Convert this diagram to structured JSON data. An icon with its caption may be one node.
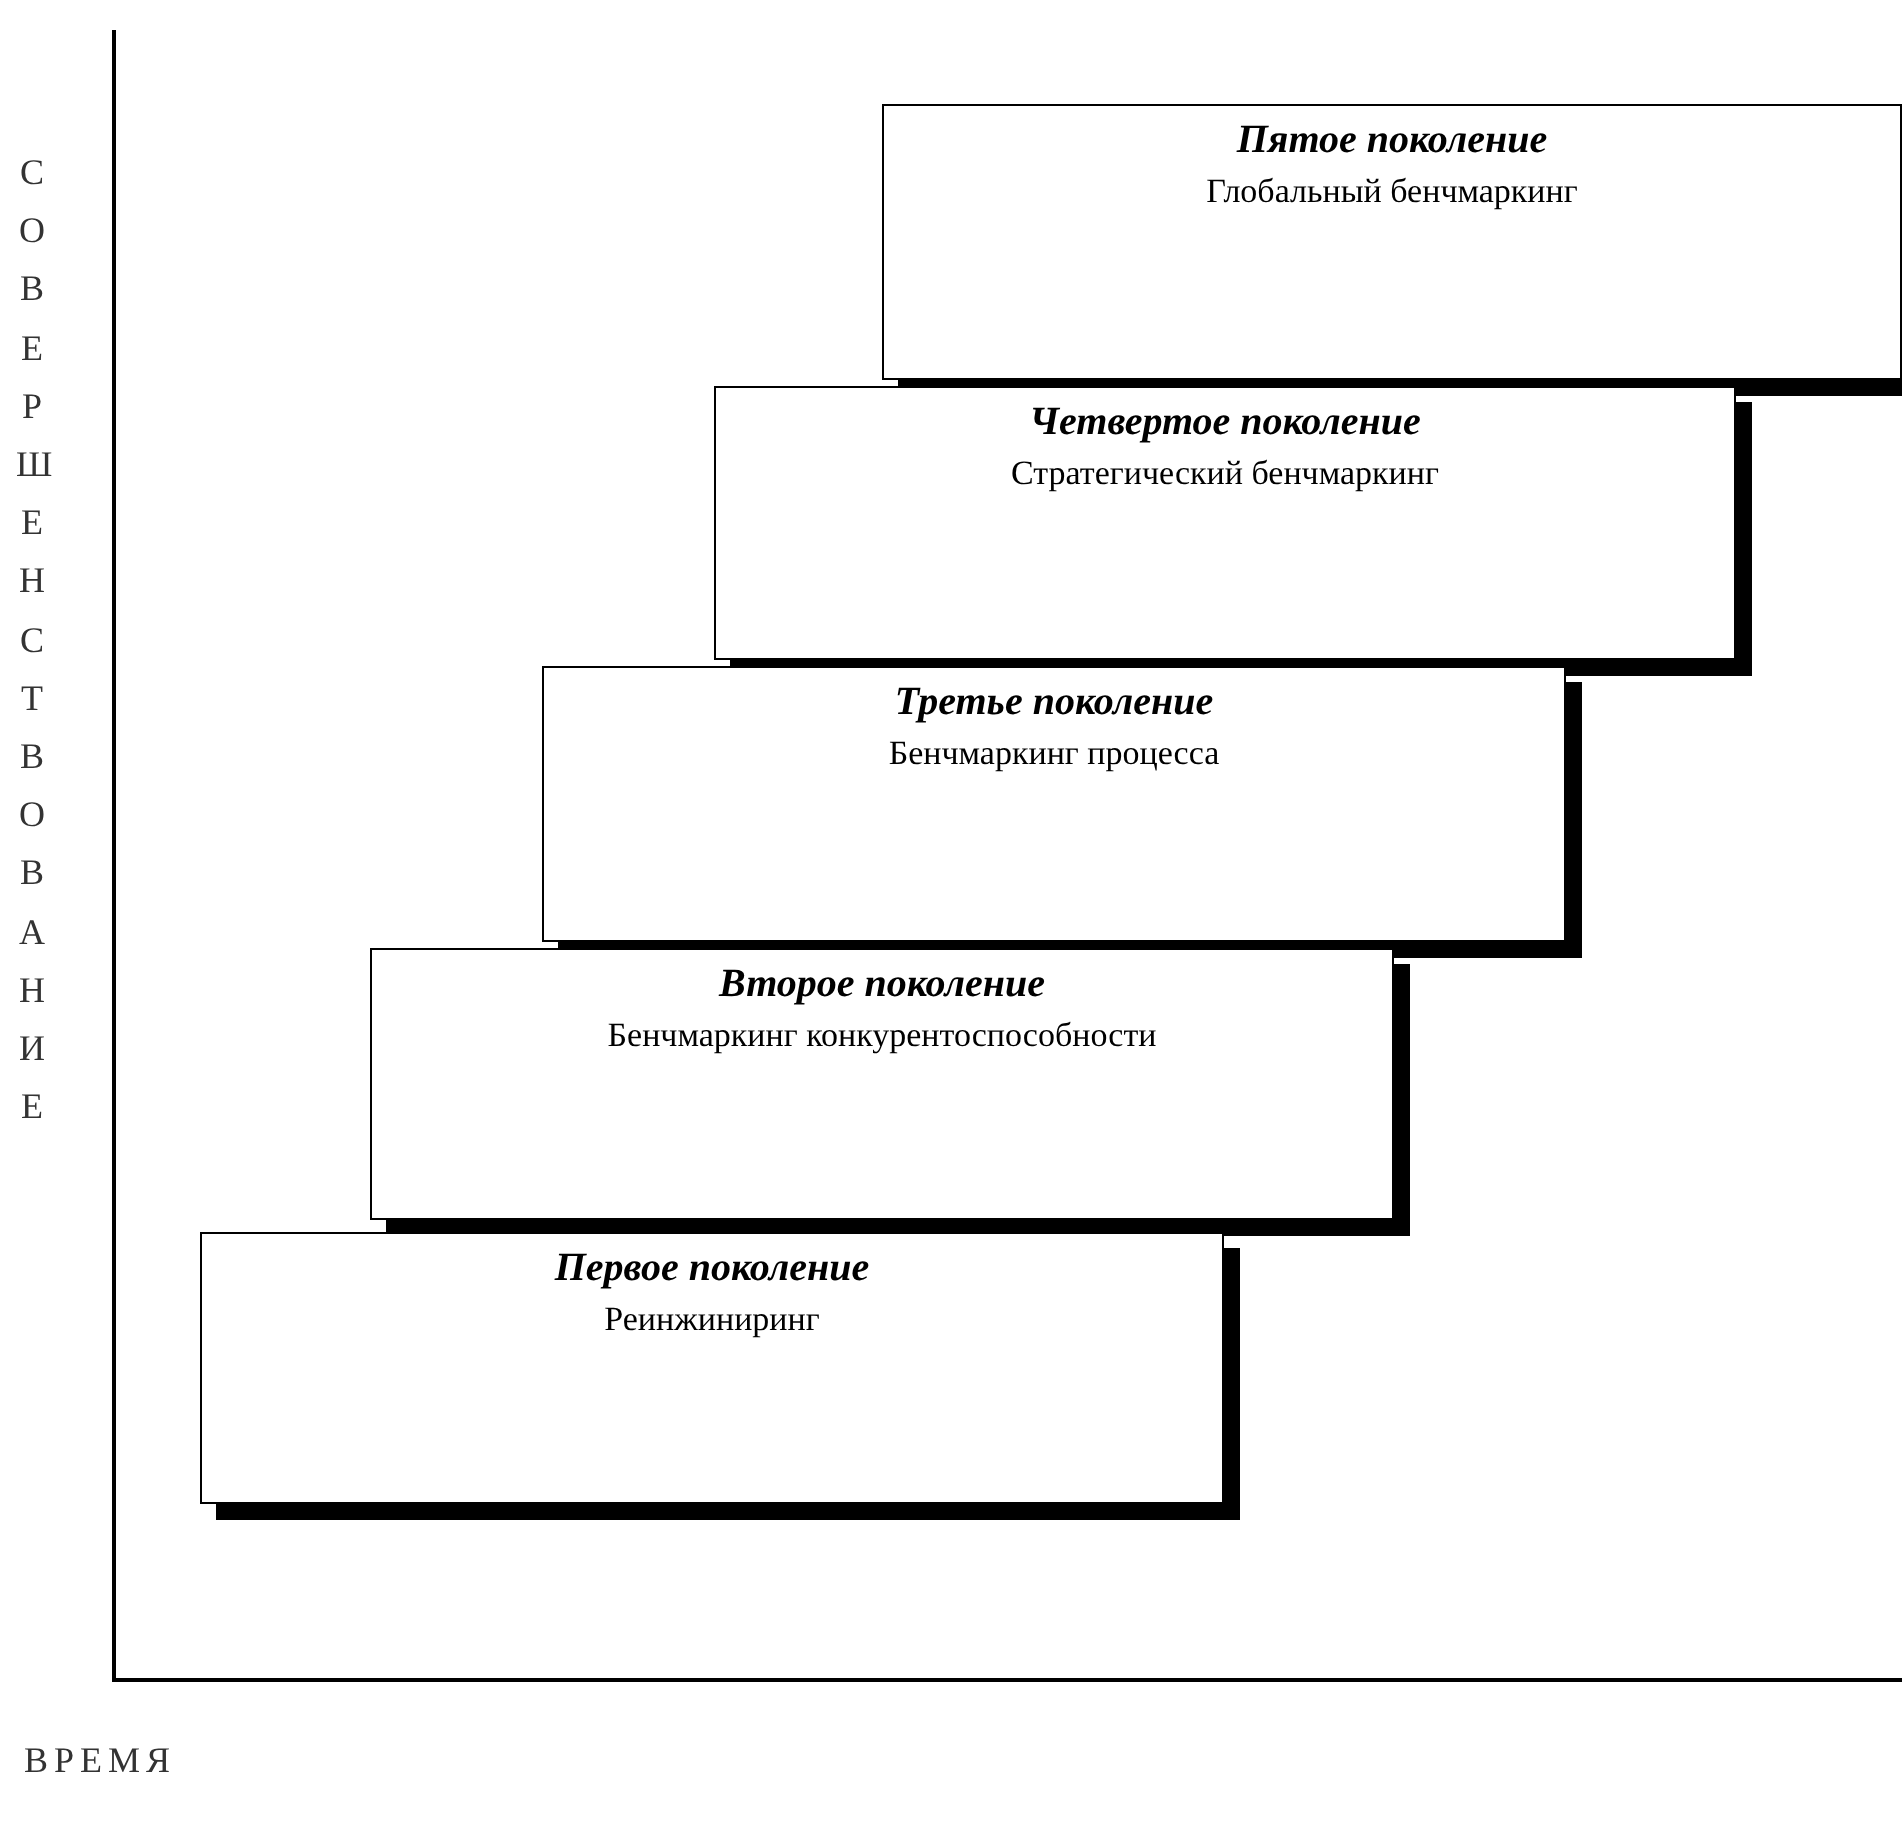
{
  "diagram": {
    "nodes": [
      {
        "text": [
          "Первое поколение",
          "Реинжиниринг"
        ]
      },
      {
        "text": [
          "Второе поколение",
          "Бенчмаркинг конкурентоспособности"
        ]
      },
      {
        "text": [
          "Третье поколение",
          "Бенчмаркинг процесса"
        ]
      },
      {
        "text": [
          "Четвертое поколение",
          "Стратегический бенчмаркинг"
        ]
      },
      {
        "text": [
          "Пятое поколение",
          "Глобальный бенчмаркинг"
        ]
      }
    ],
    "labels": [
      "СОВЕРШЕНСТВОВАНИЕ",
      "ВРЕМЯ"
    ]
  }
}
